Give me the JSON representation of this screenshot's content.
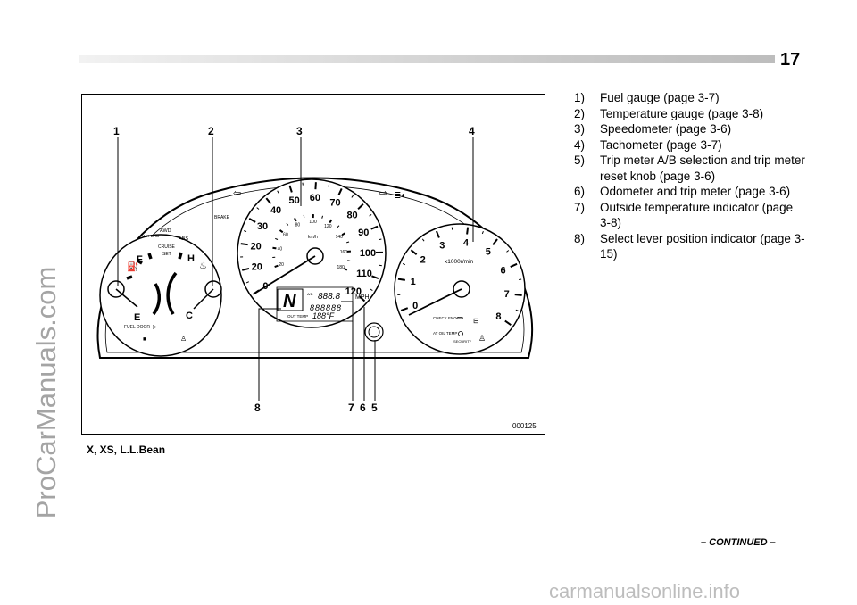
{
  "header": {
    "page_number": "17"
  },
  "watermark_side": "ProCarManuals.com",
  "watermark_bottom": "carmanualsonline.info",
  "figure": {
    "callouts": [
      "1",
      "2",
      "3",
      "4",
      "8",
      "7",
      "6",
      "5"
    ],
    "image_code": "000125",
    "caption": "X, XS, L.L.Bean",
    "fuel_gauge": {
      "full": "F",
      "empty": "E",
      "fuel_door": "FUEL DOOR"
    },
    "temp_gauge": {
      "hot": "H",
      "cold": "C"
    },
    "warning_labels": {
      "air_bag": "AIR BAG",
      "awd": "AWD",
      "abs": "ABS",
      "cruise": "CRUISE",
      "set": "SET",
      "brake": "BRAKE"
    },
    "speedometer": {
      "mph_ticks": [
        "0",
        "20",
        "20",
        "30",
        "40",
        "50",
        "60",
        "70",
        "80",
        "90",
        "100",
        "110",
        "120"
      ],
      "kmh_ticks": [
        "20",
        "40",
        "60",
        "80",
        "100",
        "120",
        "140",
        "160",
        "180"
      ],
      "kmh_unit": "km/h",
      "mph_unit": "MPH",
      "gear": "N",
      "odometer": "888888",
      "trip": "888.8",
      "trip_label": "A/B",
      "outside_temp_label": "OUT TEMP",
      "outside_temp": "188°F"
    },
    "tachometer": {
      "ticks": [
        "0",
        "1",
        "2",
        "3",
        "4",
        "5",
        "6",
        "7",
        "8"
      ],
      "unit": "x1000r/min",
      "labels": {
        "check_engine": "CHECK ENGINE",
        "at_oil_temp": "AT OIL TEMP",
        "security": "SECURITY"
      }
    }
  },
  "legend": [
    {
      "num": "1)",
      "text": "Fuel gauge (page 3-7)"
    },
    {
      "num": "2)",
      "text": "Temperature gauge (page 3-8)"
    },
    {
      "num": "3)",
      "text": "Speedometer (page 3-6)"
    },
    {
      "num": "4)",
      "text": "Tachometer (page 3-7)"
    },
    {
      "num": "5)",
      "text": "Trip meter A/B selection and trip meter reset knob (page 3-6)"
    },
    {
      "num": "6)",
      "text": "Odometer and trip meter (page 3-6)"
    },
    {
      "num": "7)",
      "text": "Outside temperature indicator (page 3-8)"
    },
    {
      "num": "8)",
      "text": "Select lever position indicator (page 3-15)"
    }
  ],
  "footer": {
    "continued": "– CONTINUED –"
  }
}
